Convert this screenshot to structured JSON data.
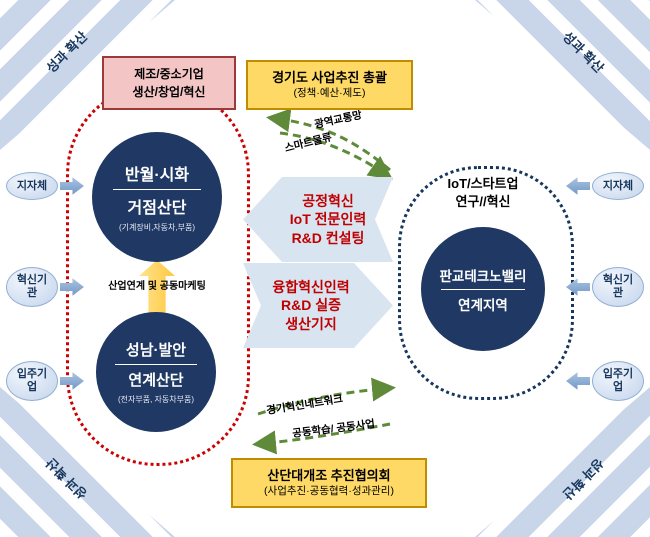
{
  "top_box": {
    "title": "경기도 사업추진 총괄",
    "subtitle": "(정책·예산·제도)"
  },
  "bottom_box": {
    "title": "산단대개조 추진협의회",
    "subtitle": "(사업추진·공동협력·성과관리)"
  },
  "pink_box": {
    "line1": "제조/중소기업",
    "line2": "생산/창업/혁신"
  },
  "left_cluster": {
    "hub": {
      "line1": "반월·시화",
      "line2": "거점산단",
      "subtitle": "(기계장비,자동차,부품)"
    },
    "link_label": "산업연계 및 공동마케팅",
    "sub": {
      "line1": "성남·발안",
      "line2": "연계산단",
      "subtitle": "(전자부품, 자동차부품)"
    }
  },
  "right_cluster": {
    "title_line1": "IoT/스타트업",
    "title_line2": "연구//혁신",
    "hub": {
      "line1": "판교테크노밸리",
      "line2": "연계지역"
    }
  },
  "center_arrows": {
    "to_left": {
      "line1": "공정혁신",
      "line2": "IoT 전문인력",
      "line3": "R&D 컨설팅"
    },
    "to_right": {
      "line1": "융합혁신인력",
      "line2": "R&D 실증",
      "line3": "생산기지"
    }
  },
  "green_flows": {
    "top1": "광역교통망",
    "top2": "스마트물류",
    "bottom1": "경기혁신네트워크",
    "bottom2": "공동학습/ 공동사업"
  },
  "side_ovals": {
    "left": [
      "지자체",
      "혁신기관",
      "입주기업"
    ],
    "right": [
      "지자체",
      "혁신기관",
      "입주기업"
    ]
  },
  "corner_labels": {
    "top_left": "성과 확산",
    "top_right": "성과 확산",
    "bottom_left": "성과 확산",
    "bottom_right": "성과 확산"
  },
  "colors": {
    "navy": "#1f3864",
    "accent_red": "#c00000",
    "yellow": "#ffd966",
    "pink": "#f3c5c5",
    "light_blue_arrow": "#d9e4f1",
    "green_dash": "#5f8a3a",
    "stripe_blue": "#c9d6e9"
  }
}
